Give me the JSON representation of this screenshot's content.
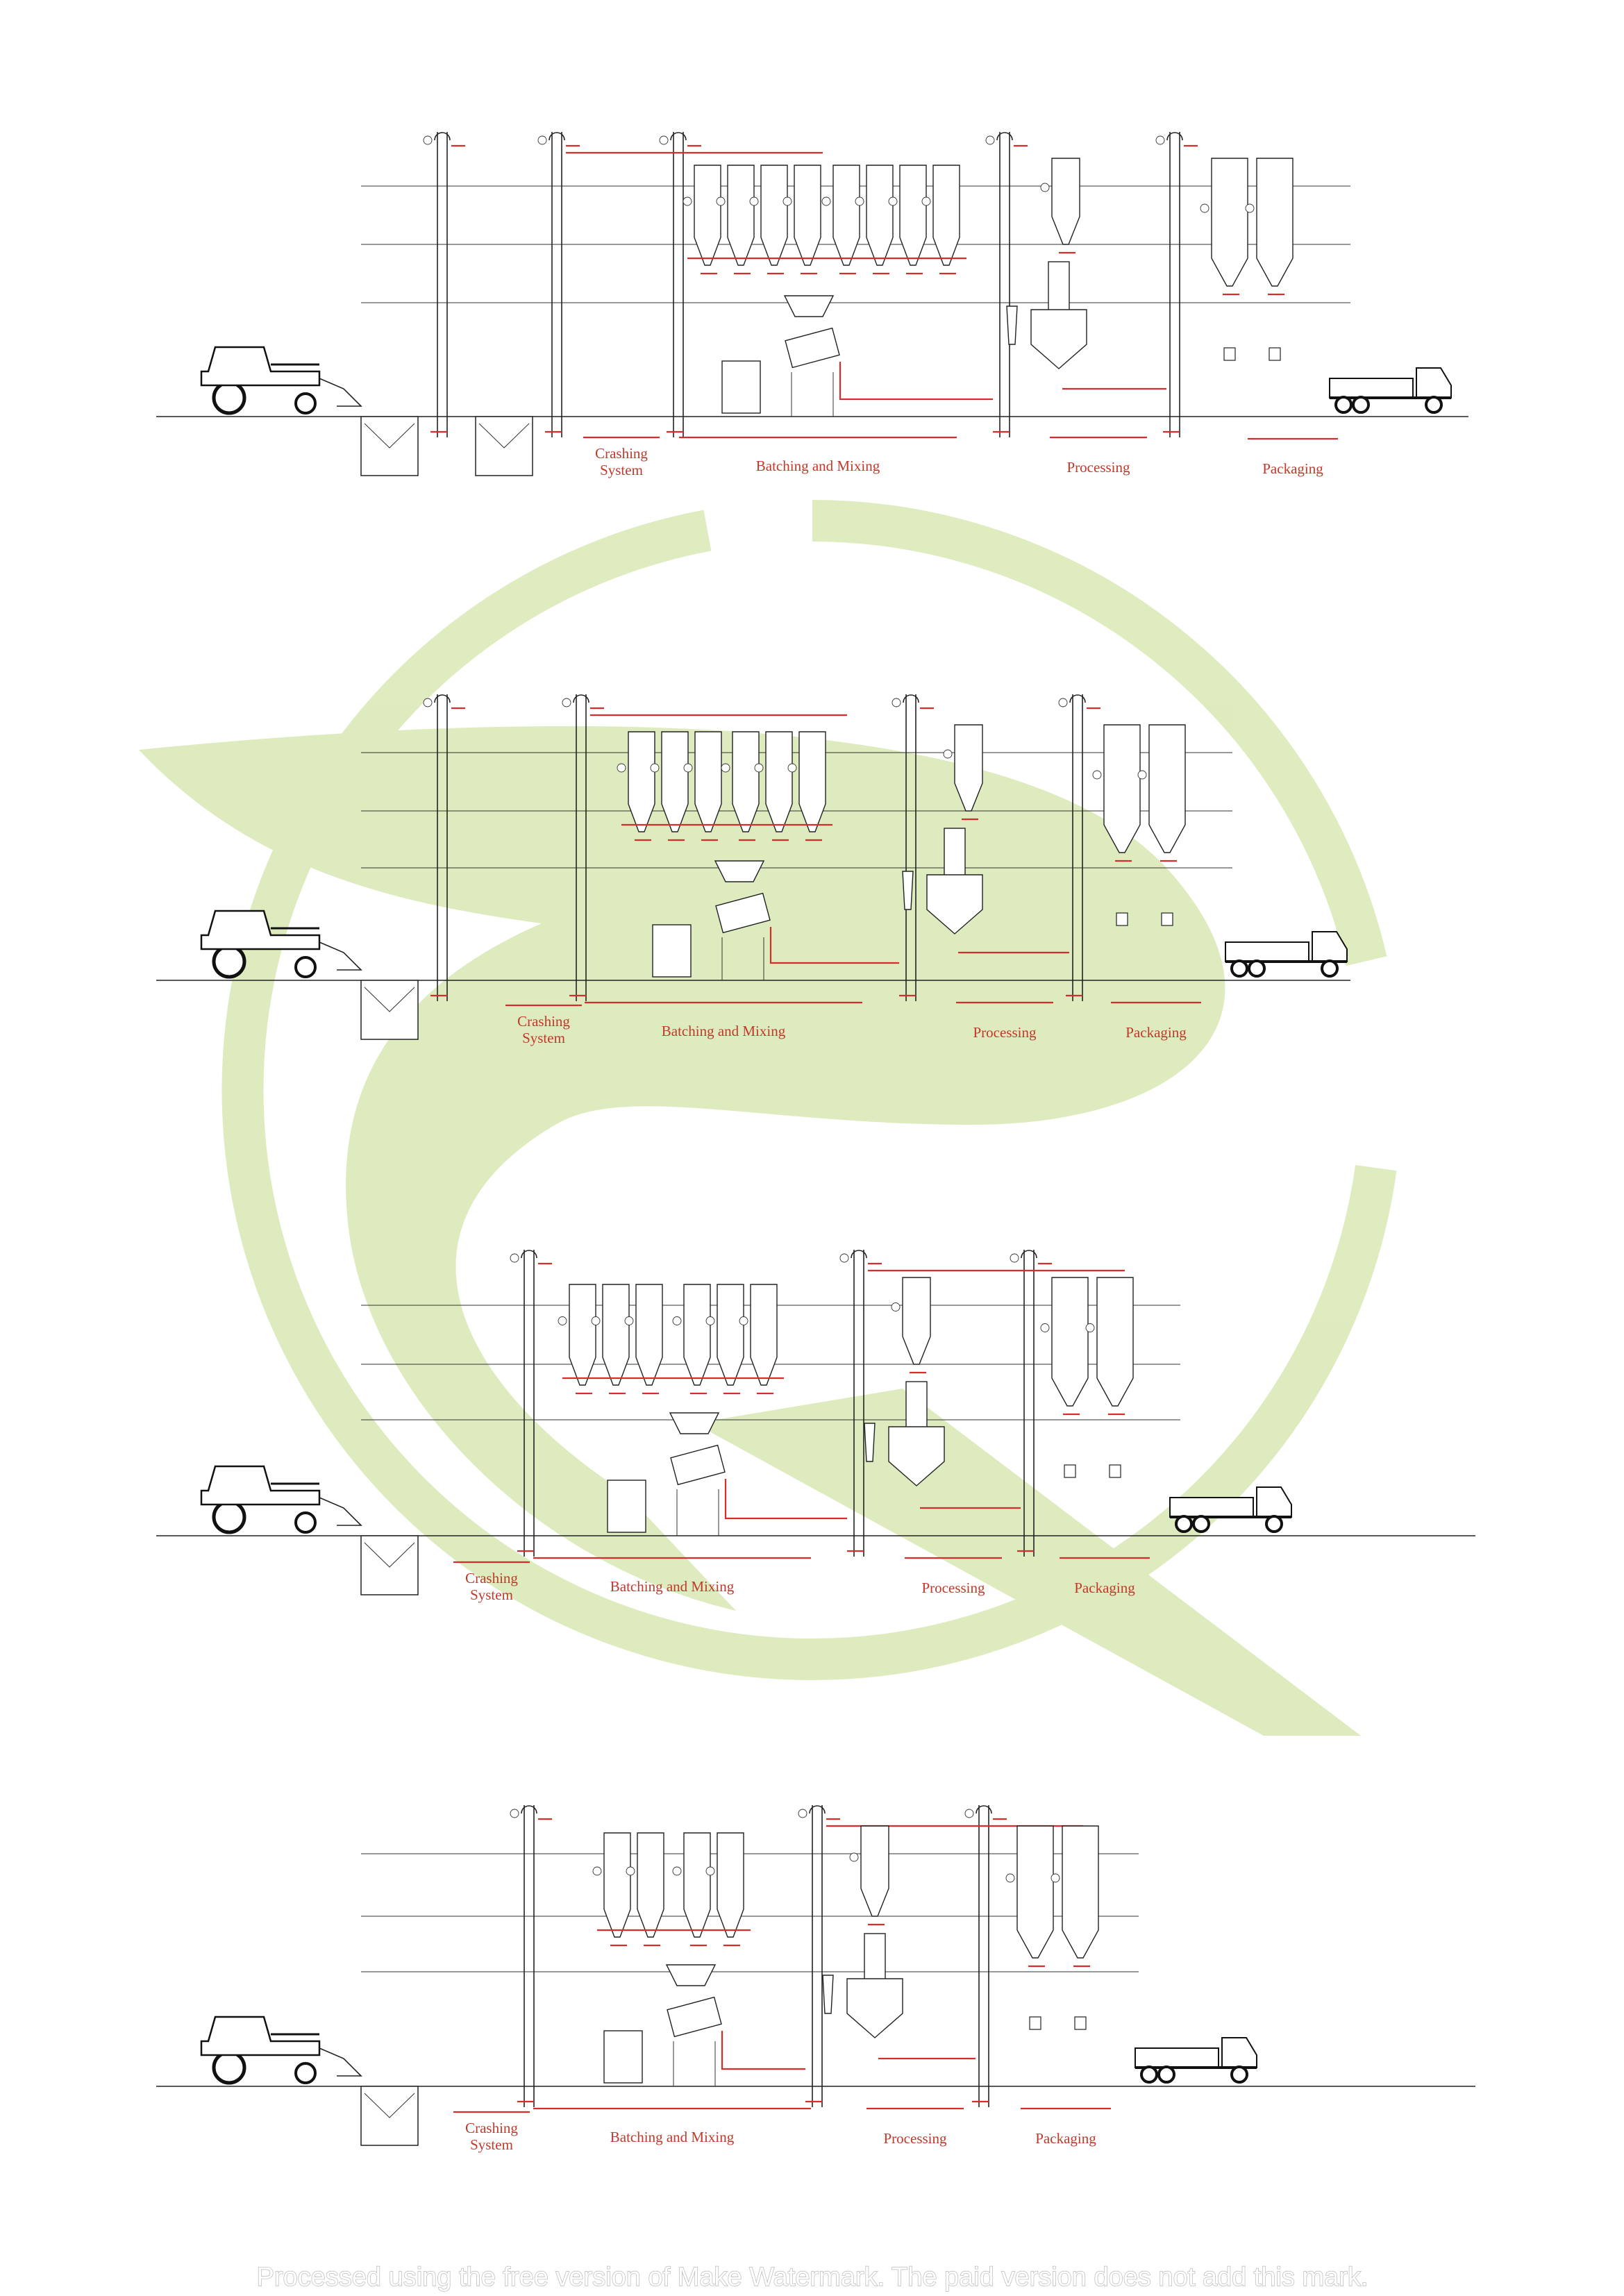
{
  "colors": {
    "accent_red": "#d62c2c",
    "watermark_green": "#d6e6b0",
    "line_dark": "#222222"
  },
  "sections": [
    {
      "labels": {
        "crushing": "Crashing\nSystem",
        "batching": "Batching and Mixing",
        "processing": "Processing",
        "packaging": "Packaging"
      }
    },
    {
      "labels": {
        "crushing": "Crashing\nSystem",
        "batching": "Batching and Mixing",
        "processing": "Processing",
        "packaging": "Packaging"
      }
    },
    {
      "labels": {
        "crushing": "Crashing\nSystem",
        "batching": "Batching and Mixing",
        "processing": "Processing",
        "packaging": "Packaging"
      }
    },
    {
      "labels": {
        "crushing": "Crashing\nSystem",
        "batching": "Batching and Mixing",
        "processing": "Processing",
        "packaging": "Packaging"
      }
    }
  ],
  "footer": {
    "watermark_text": "Processed using the free version of Make Watermark. The paid version does not add this mark."
  }
}
